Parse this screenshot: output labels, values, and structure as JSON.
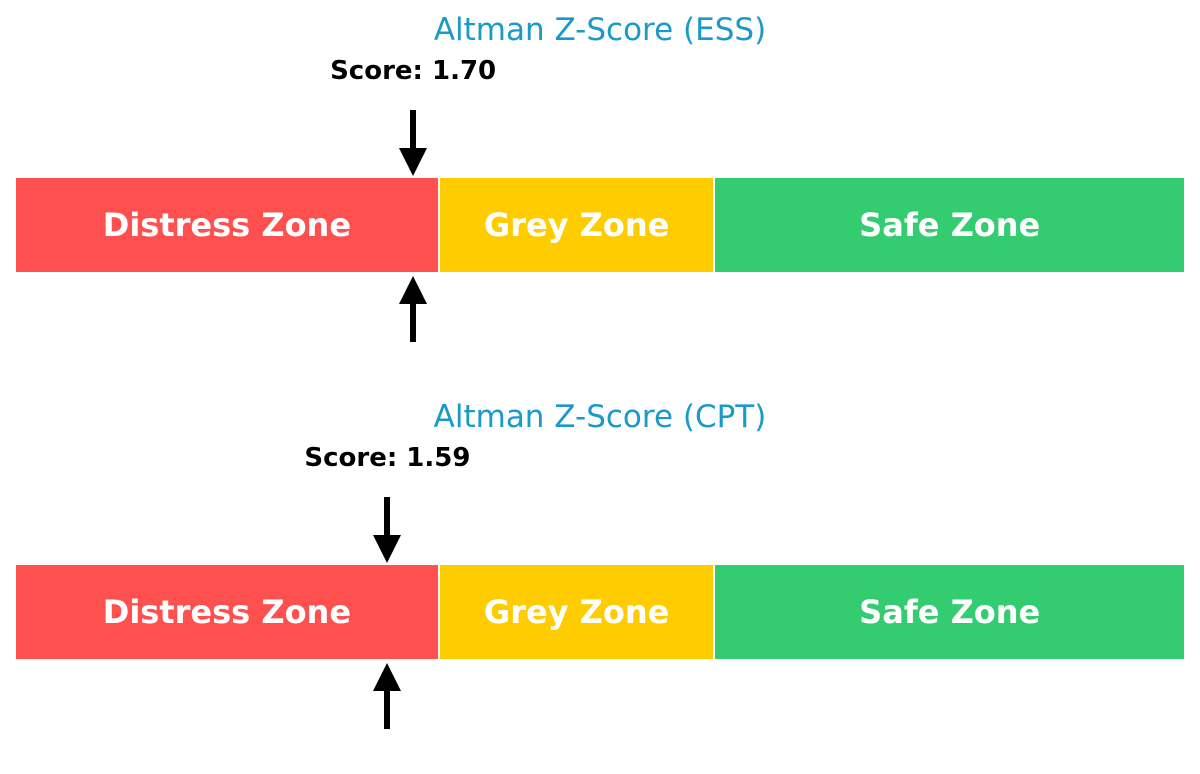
{
  "chart_data": [
    {
      "type": "bar",
      "subtype": "zone-gauge",
      "title": "Altman Z-Score (ESS)",
      "score": 1.7,
      "score_label": "Score: 1.70",
      "xlim": [
        0,
        5.0
      ],
      "zones": [
        {
          "name": "Distress Zone",
          "from": 0,
          "to": 1.81,
          "color": "#ff5050"
        },
        {
          "name": "Grey Zone",
          "from": 1.81,
          "to": 2.99,
          "color": "#ffcc00"
        },
        {
          "name": "Safe Zone",
          "from": 2.99,
          "to": 5.0,
          "color": "#33cc70"
        }
      ]
    },
    {
      "type": "bar",
      "subtype": "zone-gauge",
      "title": "Altman Z-Score (CPT)",
      "score": 1.59,
      "score_label": "Score: 1.59",
      "xlim": [
        0,
        5.0
      ],
      "zones": [
        {
          "name": "Distress Zone",
          "from": 0,
          "to": 1.81,
          "color": "#ff5050"
        },
        {
          "name": "Grey Zone",
          "from": 1.81,
          "to": 2.99,
          "color": "#ffcc00"
        },
        {
          "name": "Safe Zone",
          "from": 2.99,
          "to": 5.0,
          "color": "#33cc70"
        }
      ]
    }
  ],
  "colors": {
    "title": "#1a9bc7",
    "arrow": "#000000",
    "zone_text": "#ffffff"
  }
}
